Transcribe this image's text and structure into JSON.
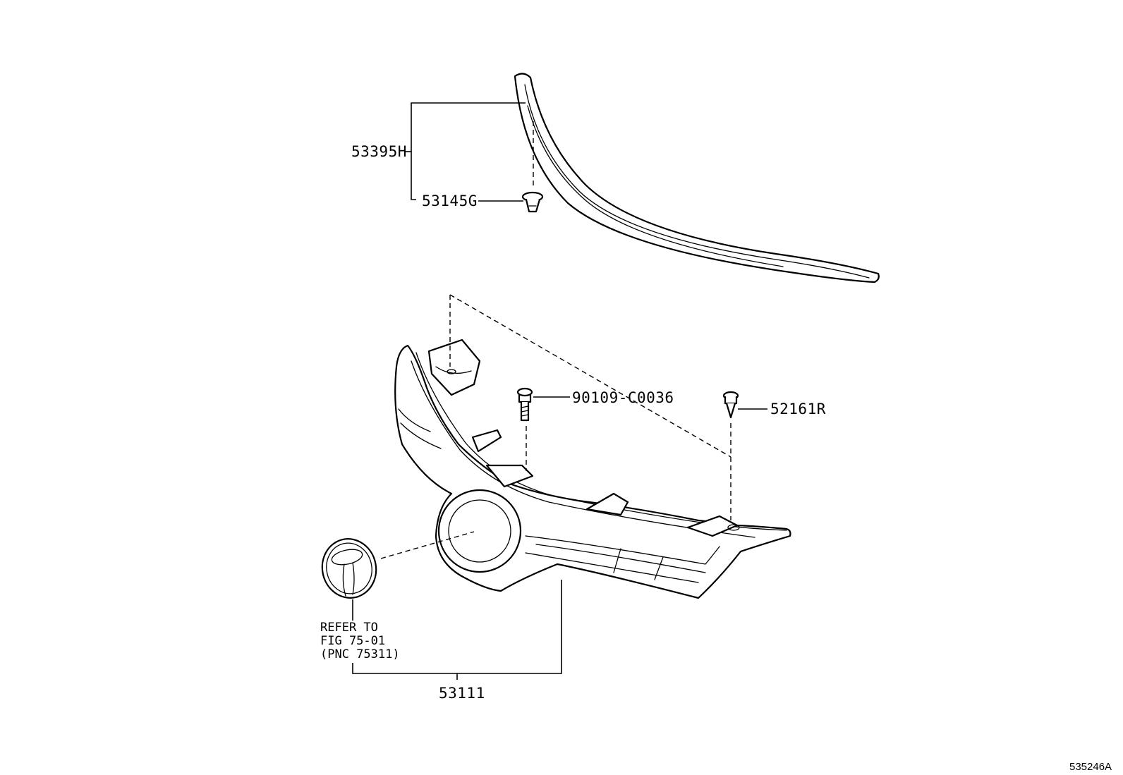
{
  "parts": {
    "moulding_assy": "53395H",
    "clip_moulding": "53145G",
    "bolt": "90109-C0036",
    "clip_retainer": "52161R",
    "grille": "53111"
  },
  "note": {
    "line1": "REFER TO",
    "line2": "FIG 75-01",
    "line3": "(PNC 75311)"
  },
  "illustration_code": "535246A",
  "colors": {
    "ink": "#000000",
    "paper": "#ffffff"
  }
}
